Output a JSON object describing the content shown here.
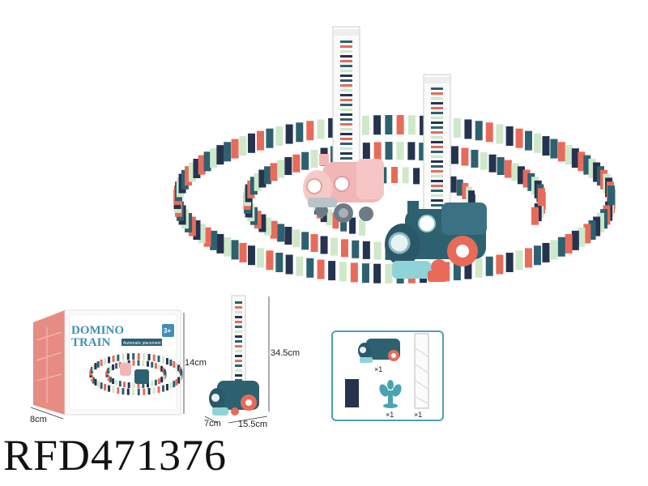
{
  "product_code": "RFD471376",
  "package": {
    "title_line1": "DOMINO",
    "title_line2": "TRAIN",
    "subtitle": "Automatic placement",
    "age_badge": "3+",
    "width_label": "8cm",
    "height_label": "14cm"
  },
  "single_unit": {
    "height_label": "34.5cm",
    "depth_label": "7cm",
    "length_label": "15.5cm"
  },
  "contents": {
    "train_qty": "×1",
    "tower_qty": "×1",
    "stand_qty": "×1"
  },
  "colors": {
    "teal": "#2e6170",
    "pink": "#f3b6b7",
    "coral": "#e86b5a",
    "navy": "#25334f",
    "mint": "#cfe8c9",
    "cyan": "#8fd3d8",
    "contents_border": "#4aa3b2"
  }
}
